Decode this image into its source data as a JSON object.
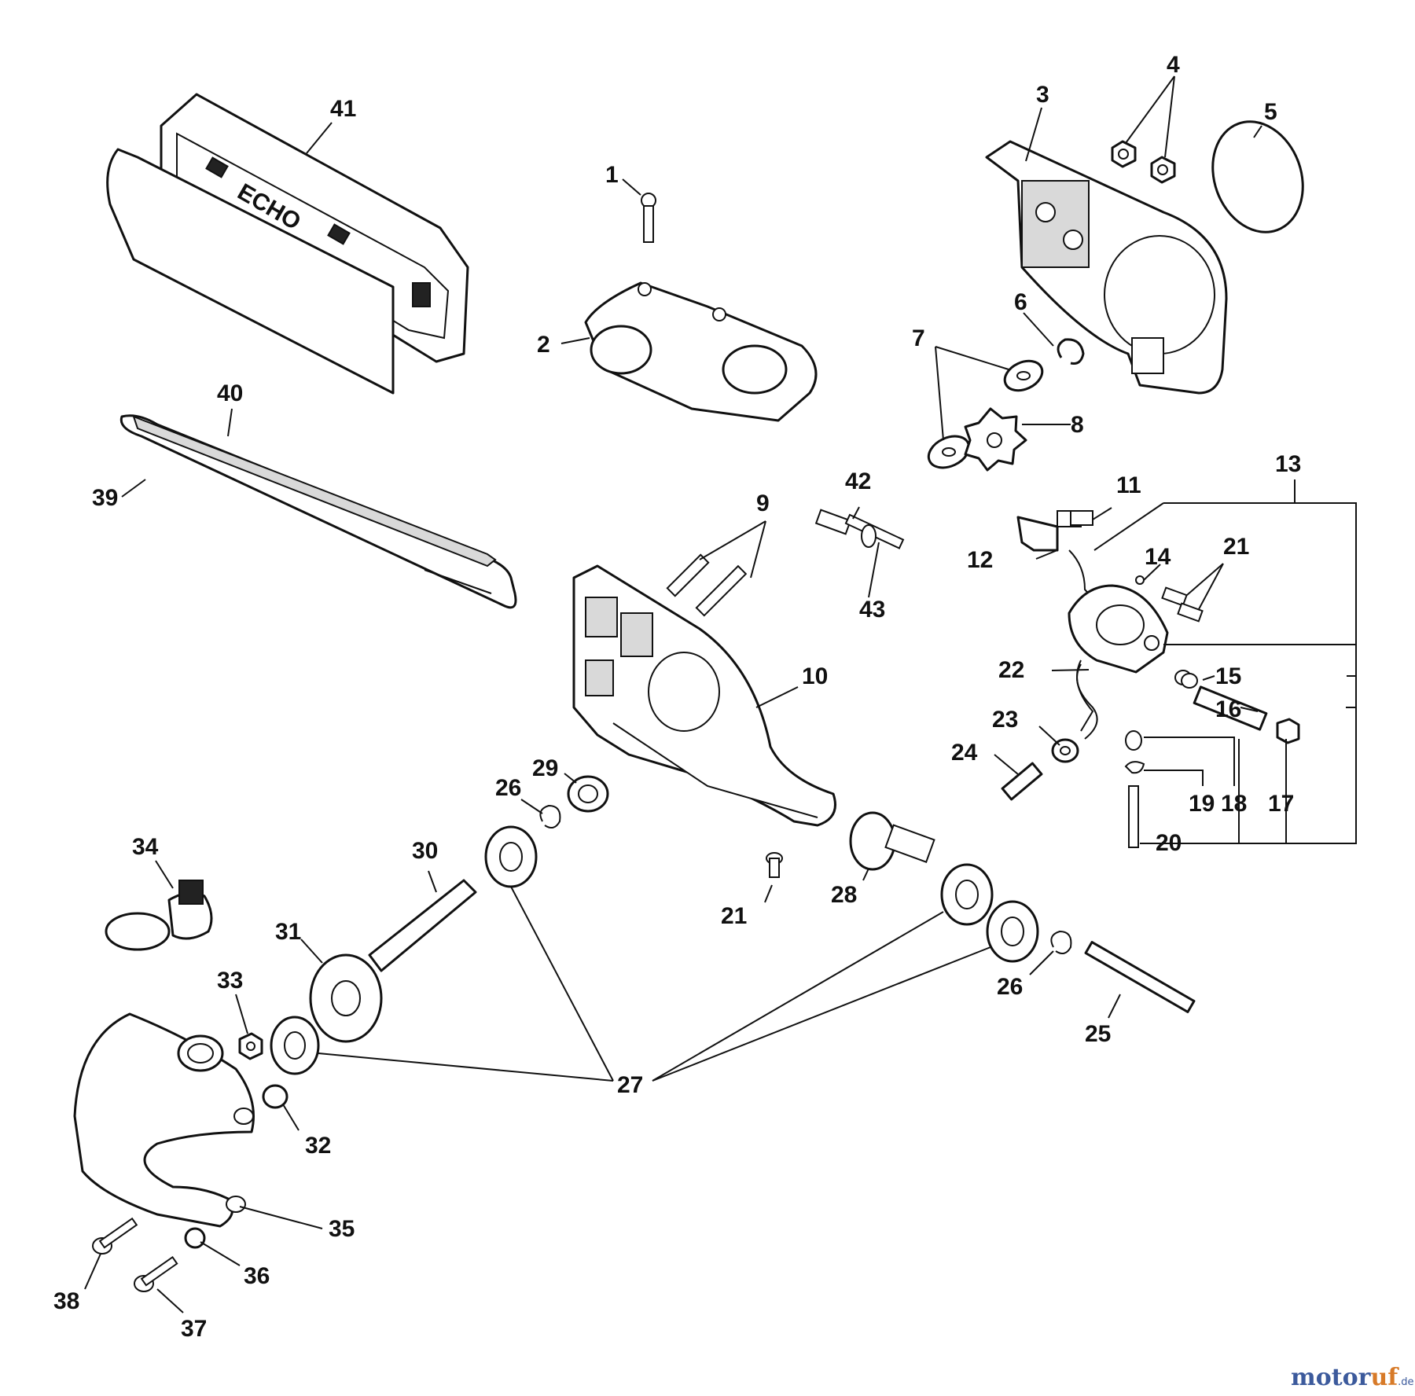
{
  "callouts": [
    "1",
    "2",
    "3",
    "4",
    "5",
    "6",
    "7",
    "8",
    "9",
    "10",
    "11",
    "12",
    "13",
    "14",
    "15",
    "16",
    "17",
    "18",
    "19",
    "20",
    "21",
    "21",
    "22",
    "23",
    "24",
    "25",
    "26",
    "26",
    "27",
    "28",
    "29",
    "30",
    "31",
    "32",
    "33",
    "34",
    "35",
    "36",
    "37",
    "38",
    "39",
    "40",
    "41",
    "42",
    "43"
  ],
  "brand_on_cover": "ECHO",
  "watermark": {
    "part1": "motor",
    "part2": "uf",
    "tld": ".de"
  }
}
